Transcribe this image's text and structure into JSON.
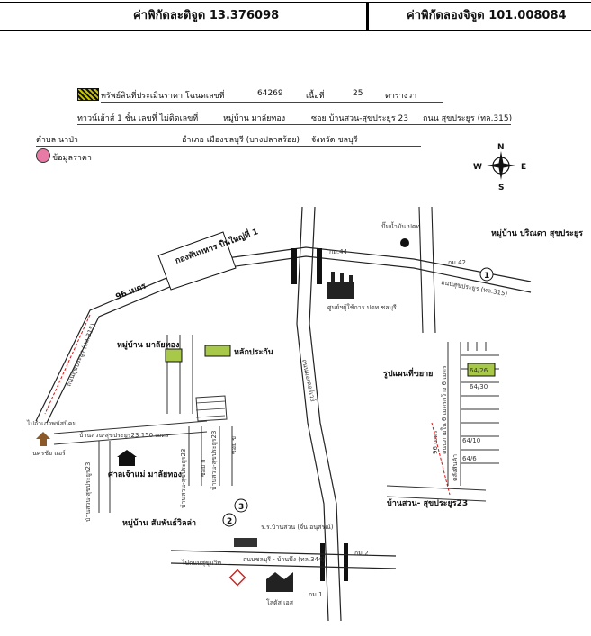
{
  "header": {
    "latitude": "ค่าพิกัดละติจูด 13.376098",
    "longitude": "ค่าพิกัดลองจิจูด 101.008084"
  },
  "info": {
    "asset_label": "ทรัพย์สินที่ประเมินราคา โฉนดเลขที่",
    "deed_no": "64269",
    "area_label": "เนื้อที่",
    "area_value": "25",
    "area_unit": "ตารางวา",
    "house_label": "ทาวน์เฮ้าส์ 1 ชั้น เลขที่ ไม่ติดเลขที่",
    "village": "หมู่บ้าน มาลัยทอง",
    "soi": "ซอย บ้านสวน-สุขประยูร 23",
    "road": "ถนน สุขประยูร (ทล.315)",
    "tambon": "ตำบล นาป่า",
    "amphoe": "อำเภอ เมืองชลบุรี (บางปลาสร้อย)",
    "province": "จังหวัด ชลบุรี",
    "price_point": "ข้อมูลราคา"
  },
  "legend": {
    "collateral": "หลักประกัน"
  },
  "compass": {
    "n": "N",
    "s": "S",
    "e": "E",
    "w": "W"
  },
  "map_labels": {
    "distance_96": "96 เมตร",
    "army_camp": "กองพันทหาร ปืนใหญ่ที่ 1",
    "road_315": "ถนนสุขประยูร (ทล.315)",
    "km44": "กม.44",
    "km42": "กม.42",
    "km2": "กม.2",
    "km1": "กม.1",
    "gas_station": "ปั๊มน้ำมัน ปตท.",
    "pea_center": "ศูนย์ฯผู้ใช้การ ปตท.ชลบุรี",
    "village_prinda": "หมู่บ้าน ปริณดา สุขประยูร",
    "village_malai": "หมู่บ้าน มาลัยทอง",
    "to_phanat": "ไปอำเภอพนัสนิคม",
    "nakhon_chai": "นครชัย แอร์",
    "soi23_150": "บ้านสวน-สุขประยูร23 150 เมตร",
    "shrine": "ศาลเจ้าแม่ มาลัยทอง",
    "soi23a": "บ้านสวน-สุขประยูร23",
    "soi23b": "บ้านสวน-สุขประยูร23",
    "soi23c": "บ้านสวน-สุขประยูร23",
    "soi_b": "ซอย ข",
    "soi_a": "ซอย ก",
    "detail_title": "รูปแผนที่ขยาย",
    "detail_road": "ถนนภายใน 6 เมตรกว้าง 6 เมตร",
    "detail_96": "96 เมตร",
    "detail_soi": "บ้านสวน- สุขประยูร23",
    "lot1": "64/26",
    "lot2": "64/30",
    "lot3": "64/10",
    "lot4": "64/6",
    "lot5": "คลังสินค้า",
    "village_sampan": "หมู่บ้าน สัมพันธ์วิลล่า",
    "school": "ร.ร.บ้านสวน (จั่น อนุสรณ์)",
    "road_344": "ถนนชลบุรี - บ้านบึง (ทล.344)",
    "to_sukhumvit": "ไปถนนสุขุมวิท",
    "lotus": "โลตัส เอส",
    "motorway": "ถนนมอเตอร์เวย์",
    "n1": "1",
    "n2": "2",
    "n3": "3"
  },
  "colors": {
    "collateral_fill": "#a8c84a",
    "price_dot": "#e87aa6",
    "route_red": "#d11"
  }
}
